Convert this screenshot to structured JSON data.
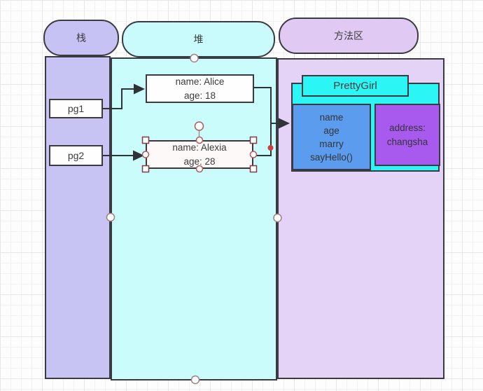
{
  "canvas": {
    "regions": [
      {
        "id": "stack",
        "tab_label": "栈"
      },
      {
        "id": "heap",
        "tab_label": "堆"
      },
      {
        "id": "method_area",
        "tab_label": "方法区"
      }
    ],
    "stack_items": [
      {
        "label": "pg1"
      },
      {
        "label": "pg2"
      }
    ],
    "heap_objects": [
      {
        "text": "name:  Alice\nage:  18",
        "selected": false
      },
      {
        "text": "name:  Alexia\nage:  28",
        "selected": true
      }
    ],
    "class_structure": {
      "title": "PrettyGirl",
      "members": "name\nage\nmarry\nsayHello()",
      "static_info": "address:\nchangsha"
    },
    "colors": {
      "stack_fill": "#c6c2f3",
      "heap_fill": "#cafcfc",
      "method_area_fill": "#e5d3f7",
      "class_fill": "#2bf5f5",
      "members_fill": "#5c9cef",
      "static_fill": "#a85aef",
      "shape_border": "#3a3a42",
      "connector": "#2e3338",
      "selection_handle_border": "#a04f4f",
      "endpoint_dot": "#c7413e"
    }
  }
}
